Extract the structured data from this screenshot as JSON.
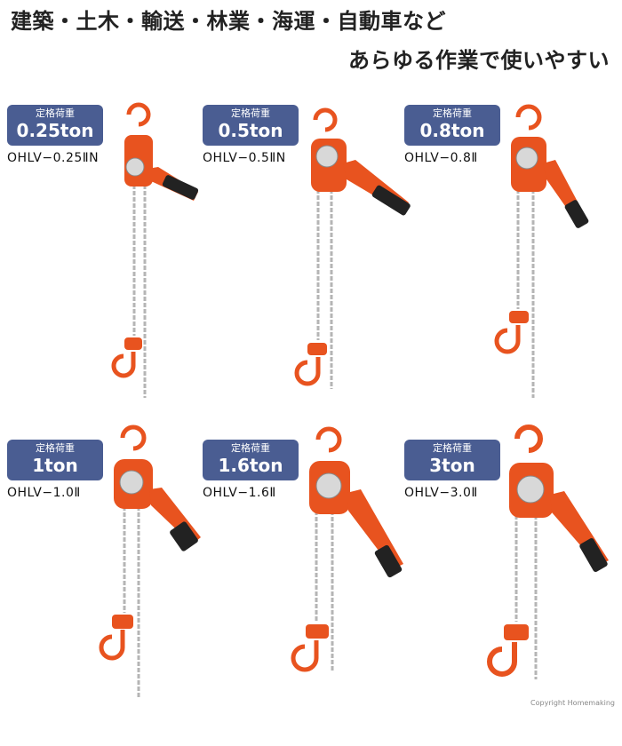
{
  "headline": {
    "line1": "建築・土木・輸送・林業・海運・自動車など",
    "line2": "あらゆる作業で使いやすい"
  },
  "products": [
    {
      "caption": "定格荷重",
      "capacity": "0.25ton",
      "model": "OHLV−0.25ⅡN"
    },
    {
      "caption": "定格荷重",
      "capacity": "0.5ton",
      "model": "OHLV−0.5ⅡN"
    },
    {
      "caption": "定格荷重",
      "capacity": "0.8ton",
      "model": "OHLV−0.8Ⅱ"
    },
    {
      "caption": "定格荷重",
      "capacity": "1ton",
      "model": "OHLV−1.0Ⅱ"
    },
    {
      "caption": "定格荷重",
      "capacity": "1.6ton",
      "model": "OHLV−1.6Ⅱ"
    },
    {
      "caption": "定格荷重",
      "capacity": "3ton",
      "model": "OHLV−3.0Ⅱ"
    }
  ],
  "illustration": {
    "icon": "lever-hoist-icon"
  },
  "colors": {
    "badge": "#4a5d92",
    "hoist_body": "#e8531f",
    "handle": "#222222",
    "chain": "#b5b5b5"
  },
  "copyright": "Copyright Homemaking"
}
